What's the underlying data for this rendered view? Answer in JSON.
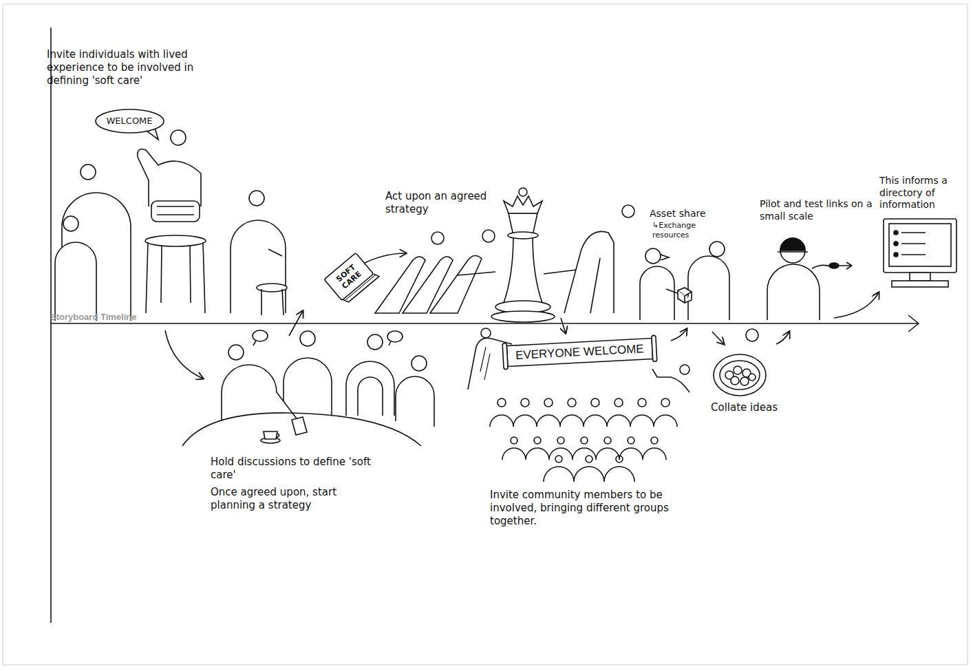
{
  "diagram": {
    "nodes": [
      {
        "text": [
          "WELCOME"
        ]
      },
      {
        "text": [
          "SOFT CARE"
        ]
      },
      {
        "text": [
          "EVERYONE WELCOME"
        ]
      }
    ],
    "labels": [
      "Invite individuals with lived experience to be involved in defining 'soft care'",
      "Storyboard Timeline",
      "Hold discussions to define 'soft care'",
      "Once agreed upon, start planning a strategy",
      "Act upon an agreed strategy",
      "Invite community members to be involved, bringing different groups together.",
      "Asset share",
      "↳Exchange resources",
      "Pilot and test links on a small scale",
      "Collate ideas",
      "This informs a directory of information"
    ]
  }
}
